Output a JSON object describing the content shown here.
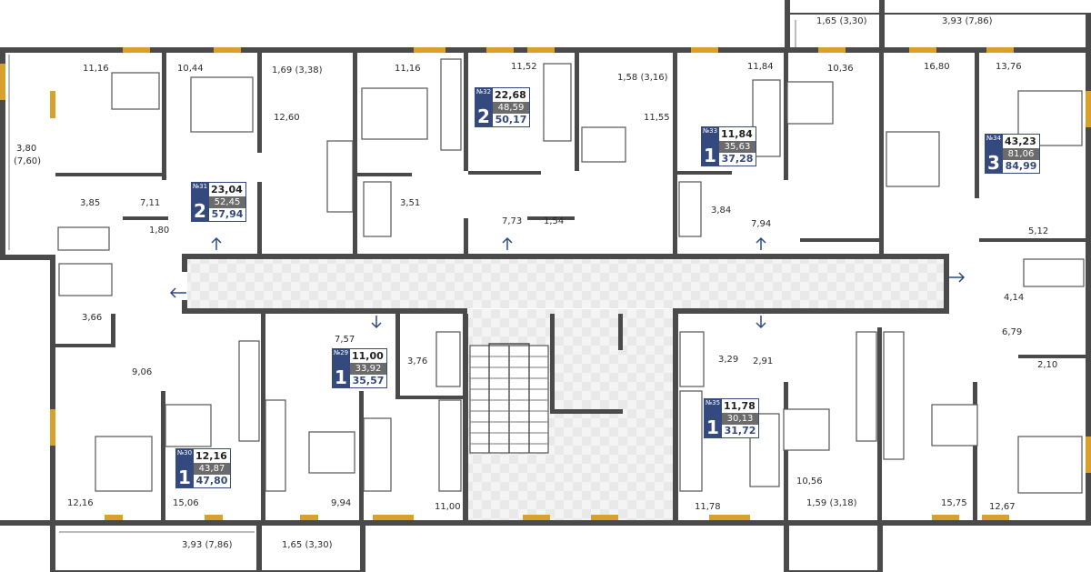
{
  "room_labels": [
    {
      "id": "r-11-16-a",
      "text": "11,16"
    },
    {
      "id": "r-10-44",
      "text": "10,44"
    },
    {
      "id": "r-1-69",
      "text": "1,69 (3,38)"
    },
    {
      "id": "r-12-60",
      "text": "12,60"
    },
    {
      "id": "r-11-16-b",
      "text": "11,16"
    },
    {
      "id": "r-11-52",
      "text": "11,52"
    },
    {
      "id": "r-1-58",
      "text": "1,58 (3,16)"
    },
    {
      "id": "r-11-55",
      "text": "11,55"
    },
    {
      "id": "r-11-84",
      "text": "11,84"
    },
    {
      "id": "r-10-36",
      "text": "10,36"
    },
    {
      "id": "r-16-80",
      "text": "16,80"
    },
    {
      "id": "r-13-76",
      "text": "13,76"
    },
    {
      "id": "r-1-65-top",
      "text": "1,65 (3,30)"
    },
    {
      "id": "r-3-93-top",
      "text": "3,93 (7,86)"
    },
    {
      "id": "r-3-80",
      "text": "3,80"
    },
    {
      "id": "r-7-60",
      "text": "(7,60)"
    },
    {
      "id": "r-3-85",
      "text": "3,85"
    },
    {
      "id": "r-7-11",
      "text": "7,11"
    },
    {
      "id": "r-1-80",
      "text": "1,80"
    },
    {
      "id": "r-3-51",
      "text": "3,51"
    },
    {
      "id": "r-7-73",
      "text": "7,73"
    },
    {
      "id": "r-1-54",
      "text": "1,54"
    },
    {
      "id": "r-3-84",
      "text": "3,84"
    },
    {
      "id": "r-7-94",
      "text": "7,94"
    },
    {
      "id": "r-5-12",
      "text": "5,12"
    },
    {
      "id": "r-3-66",
      "text": "3,66"
    },
    {
      "id": "r-9-06",
      "text": "9,06"
    },
    {
      "id": "r-7-57",
      "text": "7,57"
    },
    {
      "id": "r-3-76",
      "text": "3,76"
    },
    {
      "id": "r-3-29",
      "text": "3,29"
    },
    {
      "id": "r-2-91",
      "text": "2,91"
    },
    {
      "id": "r-4-14",
      "text": "4,14"
    },
    {
      "id": "r-6-79",
      "text": "6,79"
    },
    {
      "id": "r-2-10",
      "text": "2,10"
    },
    {
      "id": "r-12-16",
      "text": "12,16"
    },
    {
      "id": "r-15-06",
      "text": "15,06"
    },
    {
      "id": "r-9-94",
      "text": "9,94"
    },
    {
      "id": "r-11-00",
      "text": "11,00"
    },
    {
      "id": "r-11-78",
      "text": "11,78"
    },
    {
      "id": "r-10-56",
      "text": "10,56"
    },
    {
      "id": "r-1-59",
      "text": "1,59 (3,18)"
    },
    {
      "id": "r-15-75",
      "text": "15,75"
    },
    {
      "id": "r-12-67",
      "text": "12,67"
    },
    {
      "id": "r-3-93-bot",
      "text": "3,93 (7,86)"
    },
    {
      "id": "r-1-65-bot",
      "text": "1,65 (3,30)"
    }
  ],
  "apartments": [
    {
      "id": "31",
      "no": "№31",
      "rooms": "2",
      "living": "23,04",
      "total_no_balcony": "52,45",
      "total": "57,94"
    },
    {
      "id": "32",
      "no": "№32",
      "rooms": "2",
      "living": "22,68",
      "total_no_balcony": "48,59",
      "total": "50,17"
    },
    {
      "id": "33",
      "no": "№33",
      "rooms": "1",
      "living": "11,84",
      "total_no_balcony": "35,63",
      "total": "37,28"
    },
    {
      "id": "34",
      "no": "№34",
      "rooms": "3",
      "living": "43,23",
      "total_no_balcony": "81,06",
      "total": "84,99"
    },
    {
      "id": "29",
      "no": "№29",
      "rooms": "1",
      "living": "11,00",
      "total_no_balcony": "33,92",
      "total": "35,57"
    },
    {
      "id": "30",
      "no": "№30",
      "rooms": "1",
      "living": "12,16",
      "total_no_balcony": "43,87",
      "total": "47,80"
    },
    {
      "id": "35",
      "no": "№35",
      "rooms": "1",
      "living": "11,78",
      "total_no_balcony": "30,13",
      "total": "31,72"
    }
  ],
  "colors": {
    "wall": "#4a4a4a",
    "window": "#d9a02c",
    "accent": "#34497e",
    "badge_gray": "#6b6b6b",
    "corridor": "#eeeeee"
  }
}
